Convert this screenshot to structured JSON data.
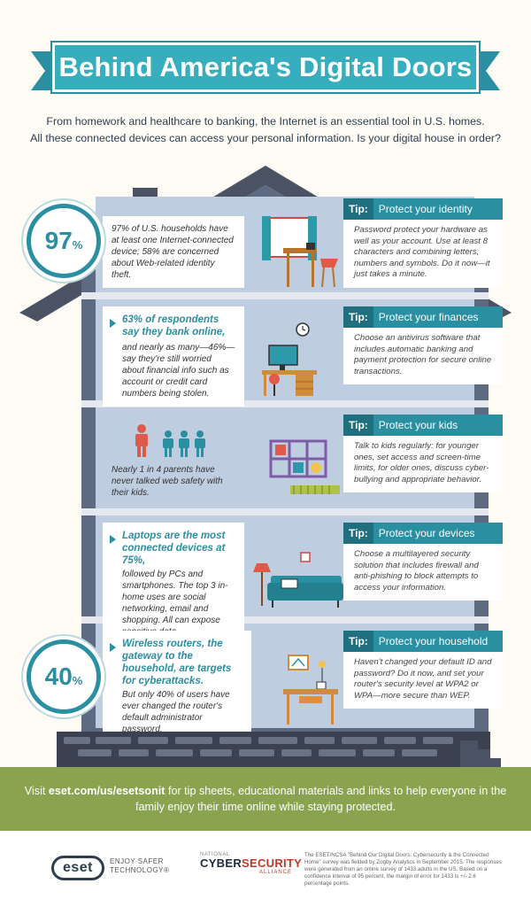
{
  "title": "Behind America's Digital Doors",
  "intro": {
    "line1": "From homework and healthcare to banking, the Internet is an essential tool in U.S. homes.",
    "line2": "All these connected devices can access your personal information. Is your digital house in order?"
  },
  "stats": {
    "s97": "97",
    "s40": "40",
    "pct": "%"
  },
  "floors": [
    {
      "stat_text": "97% of U.S. households have at least one Internet-connected device; 58% are concerned about Web-related identity theft.",
      "tip_label": "Tip:",
      "tip_title": "Protect your identity",
      "tip_text": "Password protect your hardware as well as your account. Use at least 8 characters and combining letters, numbers and symbols. Do it now—it just takes a minute."
    },
    {
      "stat_highlight": "63% of respondents say they bank online,",
      "stat_text": "and nearly as many—46%—say they're still worried about financial info such as account or credit card numbers being stolen.",
      "tip_label": "Tip:",
      "tip_title": "Protect your finances",
      "tip_text": "Choose an antivirus software that includes automatic banking and payment protection for secure online transactions."
    },
    {
      "stat_text": "Nearly 1 in 4 parents have never talked web safety with their kids.",
      "tip_label": "Tip:",
      "tip_title": "Protect your kids",
      "tip_text": "Talk to kids regularly: for younger ones, set access and screen-time limits, for older ones, discuss cyber-bullying and appropriate behavior."
    },
    {
      "stat_highlight": "Laptops are the most connected devices at 75%,",
      "stat_text": "followed by PCs and smartphones. The top 3 in-home uses are social networking, email and shopping. All can expose sensitive data.",
      "tip_label": "Tip:",
      "tip_title": "Protect your devices",
      "tip_text": "Choose a multilayered security solution that includes firewall and anti-phishing to block attempts to access your information."
    },
    {
      "stat_highlight": "Wireless routers, the gateway to the household, are targets for cyberattacks.",
      "stat_text": "But only 40% of users have ever changed the router's default administrator password.",
      "tip_label": "Tip:",
      "tip_title": "Protect your household",
      "tip_text": "Haven't changed your default ID and password? Do it now, and set your router's security level at WPA2 or WPA—more secure than WEP."
    }
  ],
  "footer": {
    "pre": "Visit ",
    "link": "eset.com/us/esetsonit",
    "post": " for tip sheets, educational materials and links to help everyone in the family enjoy their time online while staying protected."
  },
  "logos": {
    "eset": "eset",
    "eset_tag1": "ENJOY SAFER",
    "eset_tag2": "TECHNOLOGY®",
    "ncsa_national": "NATIONAL",
    "ncsa_cyber": "CYBER",
    "ncsa_security": "SECURITY",
    "ncsa_alliance": "ALLIANCE",
    "fine_print": "The ESET/NCSA \"Behind Our Digital Doors: Cybersecurity & the Connected Home\" survey was fielded by Zogby Analytics in September 2015. The responses were generated from an online survey of 1433 adults in the US. Based on a confidence interval of 95 percent, the margin of error for 1433 is +/- 2.6 percentage points."
  },
  "colors": {
    "teal": "#2a8fa0",
    "house": "#5d6a81",
    "room": "#bfcde0",
    "ground": "#8aa34f"
  }
}
